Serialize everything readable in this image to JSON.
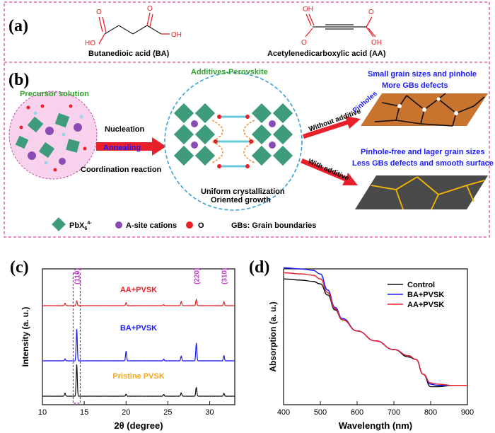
{
  "panel_a": {
    "label": "(a)",
    "ba_name": "Butanedioic acid (BA)",
    "aa_name": "Acetylenedicarboxylic acid (AA)",
    "oh": "OH",
    "ho": "HO",
    "o": "O"
  },
  "panel_b": {
    "label": "(b)",
    "precursor": "Precursor solution",
    "additives_title": "Additives-Perovskite",
    "nucleation": "Nucleation",
    "annealing": "Annealing",
    "coordination": "Coordination reaction",
    "uniform": "Uniform crystallization",
    "oriented": "Oriented growth",
    "without": "Without additive",
    "with": "With additive",
    "pinholes": "Pinholes",
    "small_grain": "Small grain sizes and pinhole",
    "more_gbs": "More GBs defects",
    "pinhole_free": "Pinhole-free and lager grain sizes",
    "less_gbs": "Less GBs defects and smooth surface",
    "legend_pbx": "PbX",
    "legend_pbx_sub": "6",
    "legend_pbx_sup": "4-",
    "legend_a": "A-site cations",
    "legend_o": "O",
    "legend_gb": "GBs: Grain boundaries",
    "colors": {
      "border": "#e0479e",
      "panel_fill": "#fbe3f3",
      "octahedron": "#3e9b7c",
      "a_site": "#8a4bb4",
      "title_green": "#2ca02c",
      "blue_text": "#1a1aff",
      "arrow_red": "#e8202a"
    }
  },
  "chart_data": [
    {
      "panel": "(c)",
      "type": "line",
      "xlabel": "2θ (degree)",
      "ylabel": "Intensity (a. u.)",
      "xlim": [
        10,
        33
      ],
      "xticks": [
        10,
        15,
        20,
        25,
        30
      ],
      "series": [
        {
          "name": "AA+PVSK",
          "color": "#e8202a",
          "offset": 2,
          "peaks": [
            [
              12.7,
              0.07
            ],
            [
              14.1,
              0.14
            ],
            [
              20.0,
              0.09
            ],
            [
              24.5,
              0.03
            ],
            [
              26.6,
              0.12
            ],
            [
              28.4,
              0.18
            ],
            [
              31.7,
              0.12
            ]
          ]
        },
        {
          "name": "BA+PVSK",
          "color": "#1a1aff",
          "offset": 1,
          "peaks": [
            [
              12.7,
              0.06
            ],
            [
              14.1,
              0.95
            ],
            [
              20.0,
              0.29
            ],
            [
              24.5,
              0.05
            ],
            [
              26.6,
              0.14
            ],
            [
              28.4,
              0.53
            ],
            [
              31.7,
              0.16
            ]
          ]
        },
        {
          "name": "Pristine PVSK",
          "color": "#111111",
          "offset": 0,
          "peaks": [
            [
              12.7,
              0.09
            ],
            [
              14.1,
              0.95
            ],
            [
              20.0,
              0.06
            ],
            [
              24.5,
              0.05
            ],
            [
              26.6,
              0.1
            ],
            [
              28.4,
              0.27
            ],
            [
              31.7,
              0.09
            ]
          ]
        }
      ],
      "peak_labels": [
        {
          "text": "(110)",
          "x": 14.1
        },
        {
          "text": "(220)",
          "x": 28.4
        },
        {
          "text": "(310)",
          "x": 31.7
        }
      ],
      "series_label_colors": {
        "AA+PVSK": "#e8202a",
        "BA+PVSK": "#1a1aff",
        "Pristine PVSK": "#f5a623"
      }
    },
    {
      "panel": "(d)",
      "type": "line",
      "xlabel": "Wavelength (nm)",
      "ylabel": "Absorption (a. u.)",
      "xlim": [
        400,
        900
      ],
      "xticks": [
        400,
        500,
        600,
        700,
        800,
        900
      ],
      "legend": "top-right",
      "x": [
        400,
        450,
        480,
        500,
        520,
        540,
        560,
        600,
        650,
        700,
        740,
        760,
        780,
        800,
        820,
        860,
        900
      ],
      "series": [
        {
          "name": "Control",
          "color": "#111111",
          "values": [
            0.89,
            0.88,
            0.87,
            0.85,
            0.76,
            0.64,
            0.56,
            0.47,
            0.39,
            0.32,
            0.26,
            0.24,
            0.12,
            0.02,
            0.02,
            0.03,
            0.03
          ]
        },
        {
          "name": "BA+PVSK",
          "color": "#1a1aff",
          "values": [
            0.98,
            0.97,
            0.96,
            0.93,
            0.8,
            0.66,
            0.57,
            0.47,
            0.39,
            0.32,
            0.27,
            0.24,
            0.12,
            0.04,
            0.03,
            0.03,
            0.03
          ]
        },
        {
          "name": "AA+PVSK",
          "color": "#e8202a",
          "values": [
            0.94,
            0.93,
            0.92,
            0.89,
            0.78,
            0.65,
            0.56,
            0.47,
            0.39,
            0.32,
            0.27,
            0.24,
            0.12,
            0.05,
            0.04,
            0.03,
            0.03
          ]
        }
      ]
    }
  ],
  "panel_c_label": "(c)",
  "panel_d_label": "(d)"
}
